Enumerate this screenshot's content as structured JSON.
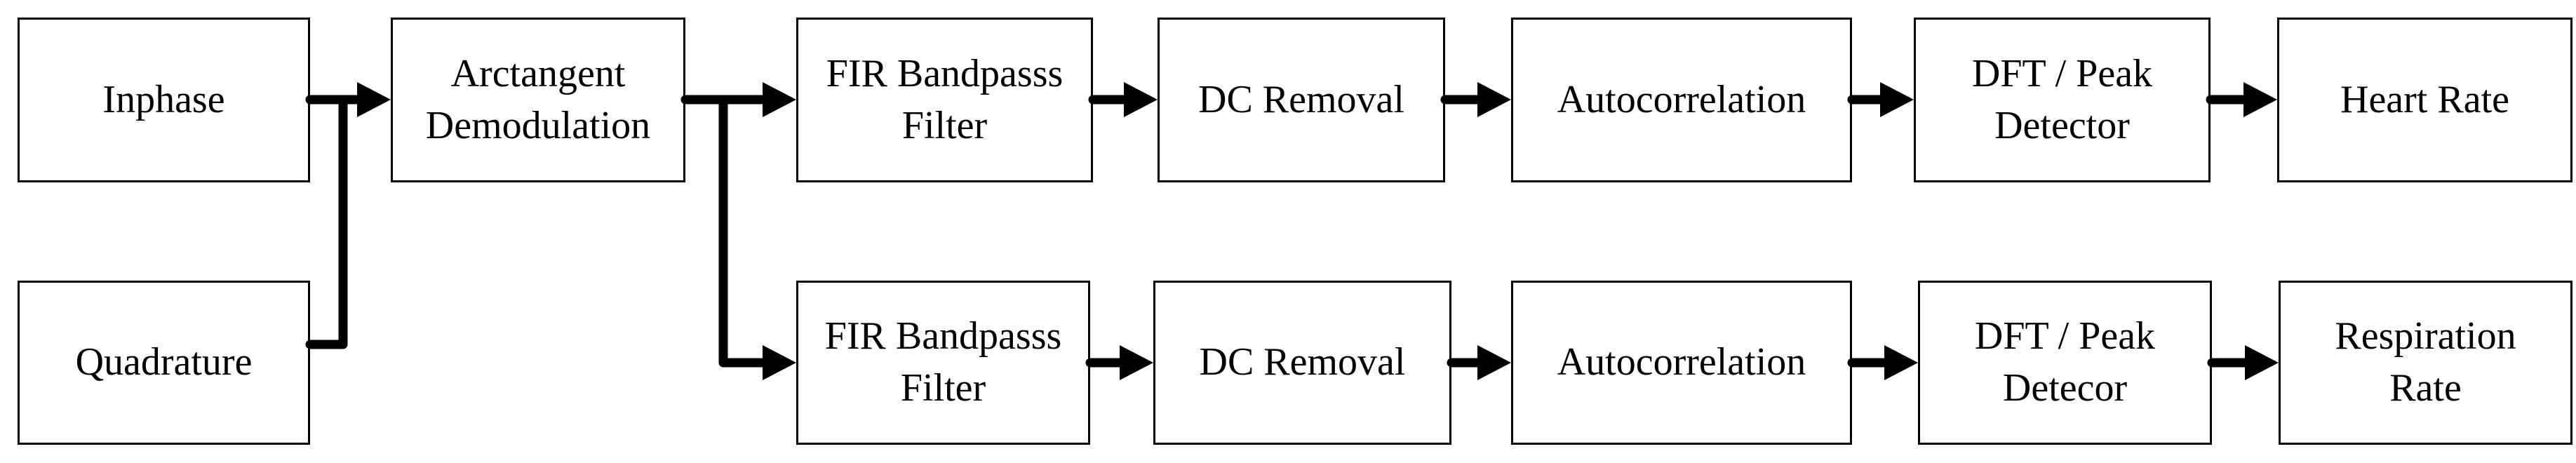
{
  "nodes": {
    "inphase": {
      "lines": [
        "Inphase"
      ]
    },
    "quadrature": {
      "lines": [
        "Quadrature"
      ]
    },
    "arctangent_demodulation": {
      "lines": [
        "Arctangent",
        "Demodulation"
      ]
    },
    "fir_bandpass_top": {
      "lines": [
        "FIR Bandpasss",
        "Filter"
      ]
    },
    "dc_removal_top": {
      "lines": [
        "DC Removal"
      ]
    },
    "autocorrelation_top": {
      "lines": [
        "Autocorrelation"
      ]
    },
    "dft_peak_detector_top": {
      "lines": [
        "DFT / Peak",
        "Detector"
      ]
    },
    "heart_rate": {
      "lines": [
        "Heart Rate"
      ]
    },
    "fir_bandpass_bottom": {
      "lines": [
        "FIR Bandpasss",
        "Filter"
      ]
    },
    "dc_removal_bottom": {
      "lines": [
        "DC Removal"
      ]
    },
    "autocorrelation_bottom": {
      "lines": [
        "Autocorrelation"
      ]
    },
    "dft_peak_detector_bottom": {
      "lines": [
        "DFT / Peak",
        "Detecor"
      ]
    },
    "respiration_rate": {
      "lines": [
        "Respiration",
        "Rate"
      ]
    }
  },
  "colors": {
    "background": "#ffffff",
    "box_fill": "#ffffff",
    "box_border": "#000000",
    "text": "#000000",
    "connector": "#000000"
  }
}
